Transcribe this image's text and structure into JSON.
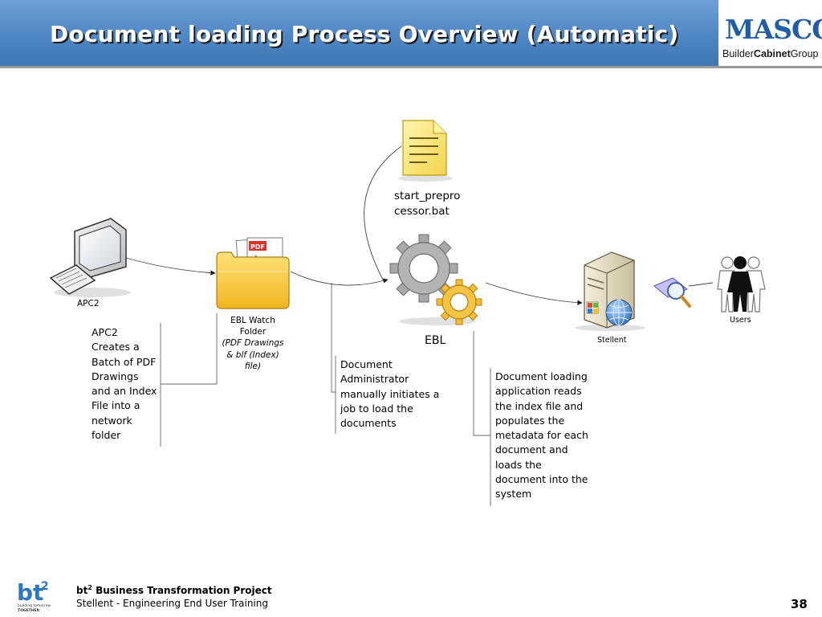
{
  "slide": {
    "title": "Document loading Process Overview (Automatic)",
    "page_number": "38"
  },
  "logo": {
    "brand": "MASCO",
    "sub_prefix": "Builder",
    "sub_bold": "Cabinet",
    "sub_suffix": "Group"
  },
  "diagram": {
    "nodes": {
      "apc2": {
        "label": "APC2",
        "icon": "computer-icon"
      },
      "watch_folder": {
        "label_line1": "EBL Watch",
        "label_line2": "Folder",
        "label_italic1": "(PDF Drawings",
        "label_italic2": "& blf (Index)",
        "label_italic3": "file)",
        "icon": "folder-pdf-icon",
        "pdf_badge": "PDF"
      },
      "batch_file": {
        "label_line1": "start_prepro",
        "label_line2": "cessor.bat",
        "icon": "document-icon"
      },
      "ebl": {
        "label": "EBL",
        "icon": "gears-icon"
      },
      "stellent": {
        "label": "Stellent",
        "icon": "server-icon"
      },
      "search": {
        "icon": "magnifier-icon"
      },
      "users": {
        "label": "Users",
        "icon": "users-icon"
      }
    },
    "descriptions": {
      "apc2": [
        "APC2",
        "Creates a",
        "Batch of PDF",
        "Drawings",
        "and an Index",
        "File into a",
        "network",
        "folder"
      ],
      "admin": [
        "Document",
        "Administrator",
        "manually initiates a",
        "job to load the",
        "documents"
      ],
      "loading": [
        "Document loading",
        "application reads",
        "the index file and",
        "populates the",
        "metadata for each",
        "document and",
        "loads the",
        "document into the",
        "system"
      ]
    }
  },
  "footer": {
    "logo_text": "bt",
    "logo_sup": "2",
    "logo_tagline1": "building tomorrow",
    "logo_tagline2": "TOGETHER",
    "title_prefix": "bt",
    "title_sup": "2",
    "title_rest": " Business Transformation Project",
    "subtitle": "Stellent - Engineering End User Training"
  },
  "colors": {
    "header_blue": "#4f86c4",
    "logo_blue": "#1f5ea7",
    "folder_yellow": "#f7c52b",
    "gear_gray": "#9a9a9a",
    "gear_orange": "#f0b030"
  }
}
